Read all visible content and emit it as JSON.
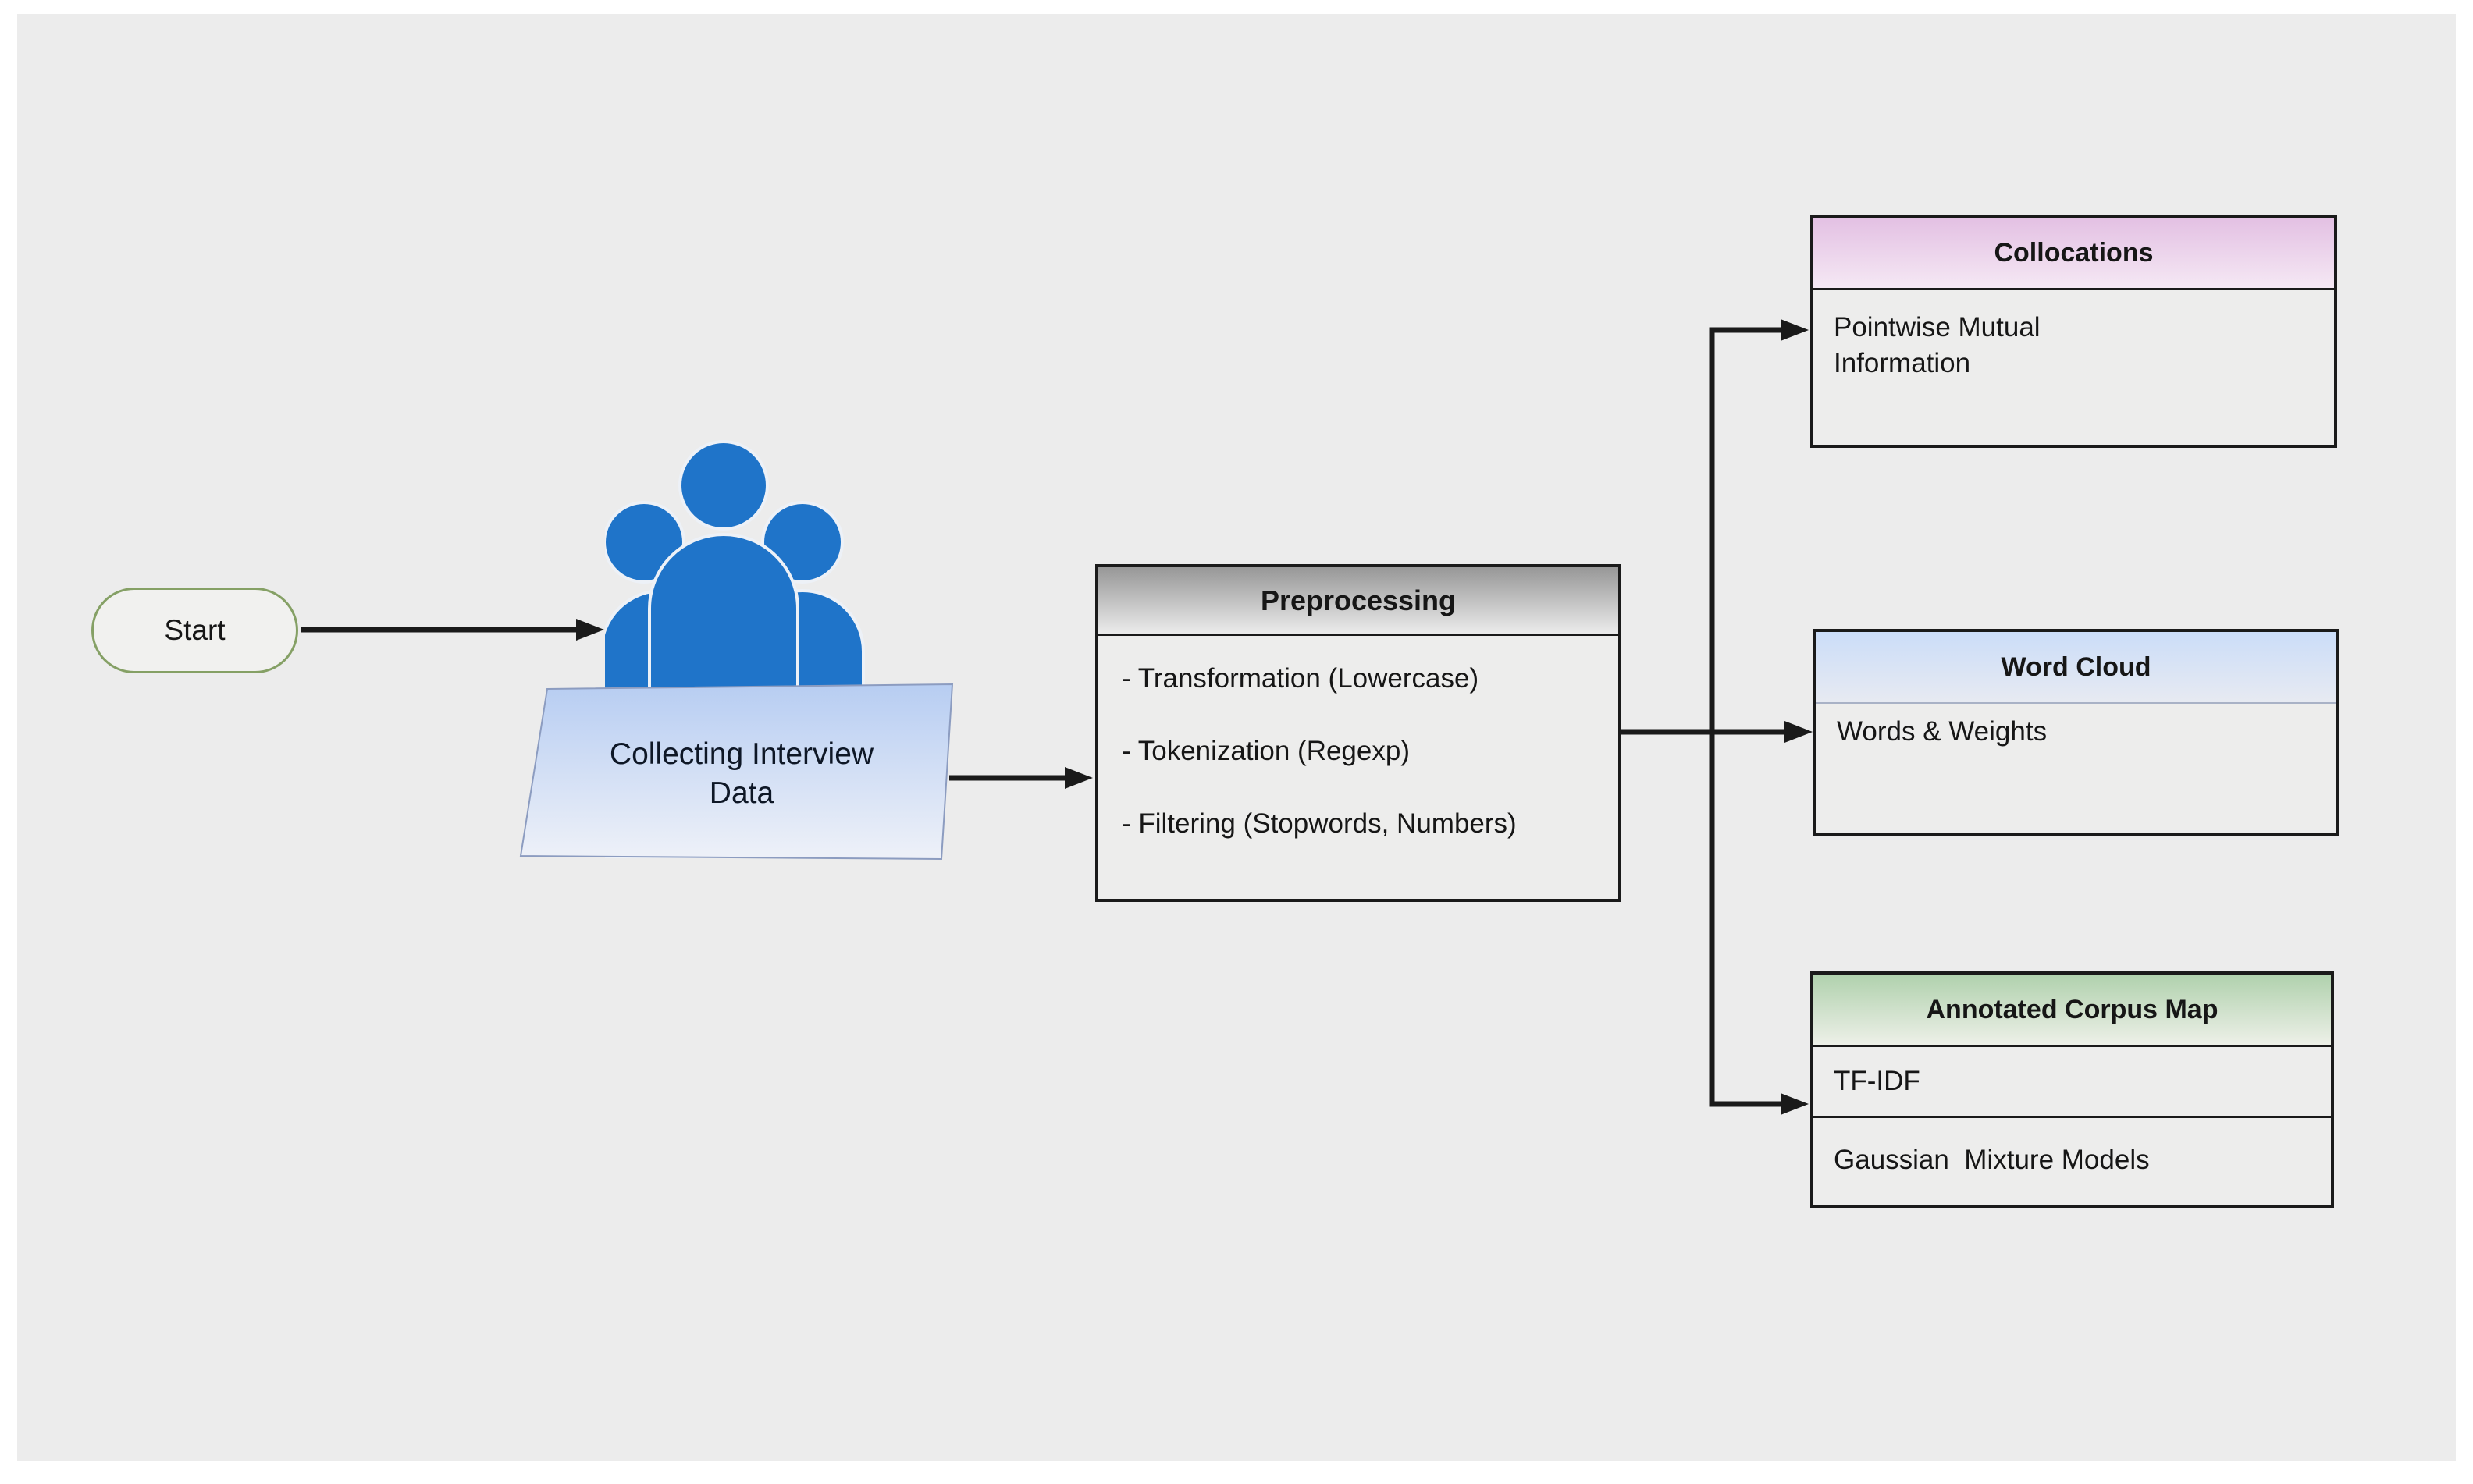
{
  "colors": {
    "page_bg": "#ffffff",
    "canvas_bg": "#ececec",
    "line": "#1a1a1a",
    "text": "#161616",
    "people_blue": "#1f74c9",
    "people_outline": "#edf1f7",
    "start_border": "#85a065",
    "start_fill": "#f1f1ef",
    "collect_grad_top": "#b7cdf2",
    "collect_grad_bottom": "#eef1f8",
    "collect_border": "#8c9cc0",
    "pre_grad_top": "#979797",
    "pre_grad_bottom": "#ebebeb",
    "colloc_grad_top": "#e3c0e3",
    "colloc_grad_bottom": "#f5e8f4",
    "wc_grad_top": "#cbddf8",
    "wc_grad_bottom": "#e7eaf2",
    "wc_divider": "#a9b2c6",
    "acm_grad_top": "#b0d1ad",
    "acm_grad_bottom": "#edf0e8",
    "box_body": "#ededec"
  },
  "nodes": {
    "start": {
      "label": "Start"
    },
    "collect": {
      "label": "Collecting Interview Data"
    },
    "preprocessing": {
      "title": "Preprocessing",
      "items": [
        "- Transformation (Lowercase)",
        "- Tokenization (Regexp)",
        "- Filtering (Stopwords, Numbers)"
      ]
    },
    "collocations": {
      "title": "Collocations",
      "body": "Pointwise Mutual Information"
    },
    "word_cloud": {
      "title": "Word Cloud",
      "body": "Words & Weights"
    },
    "annotated_corpus_map": {
      "title": "Annotated Corpus Map",
      "rows": [
        "TF-IDF",
        "Gaussian  Mixture Models"
      ]
    }
  }
}
